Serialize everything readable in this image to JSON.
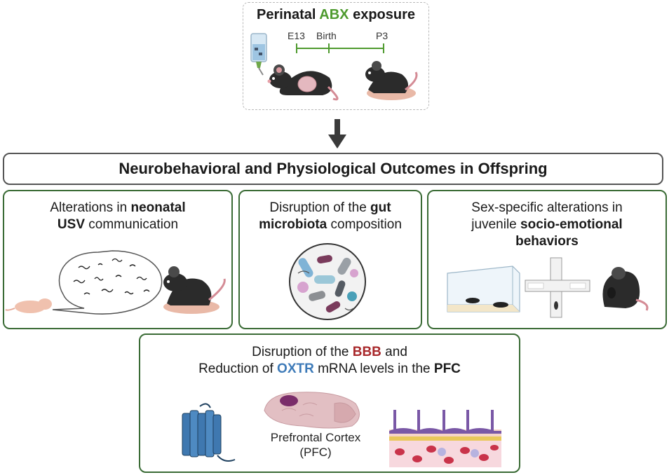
{
  "top": {
    "title_pre": "Perinatal ",
    "title_abx": "ABX",
    "title_post": " exposure",
    "timeline": [
      "E13",
      "Birth",
      "P3"
    ]
  },
  "banner": {
    "text": "Neurobehavioral and Physiological Outcomes in Offspring"
  },
  "panel1": {
    "line1_pre": "Alterations in ",
    "line1_bold": "neonatal",
    "line2_bold": "USV",
    "line2_post": " communication"
  },
  "panel2": {
    "line1_pre": "Disruption of the ",
    "line1_bold": "gut",
    "line2_bold": "microbiota",
    "line2_post": " composition"
  },
  "panel3": {
    "line1": "Sex-specific alterations in",
    "line2_pre": "juvenile ",
    "line2_bold": "socio-emotional",
    "line3_bold": "behaviors"
  },
  "panel4": {
    "line1_pre": "Disruption of the ",
    "line1_bbb": "BBB",
    "line1_post": " and",
    "line2_pre": "Reduction of ",
    "line2_oxtr": "OXTR",
    "line2_mid": " mRNA levels in the ",
    "line2_pfc": "PFC",
    "pfc_label1": "Prefrontal Cortex",
    "pfc_label2": "(PFC)"
  },
  "colors": {
    "panel_border": "#3a6b35",
    "abx_green": "#4e9a2e",
    "bbb_red": "#a8282b",
    "oxtr_blue": "#3d7ab8"
  }
}
